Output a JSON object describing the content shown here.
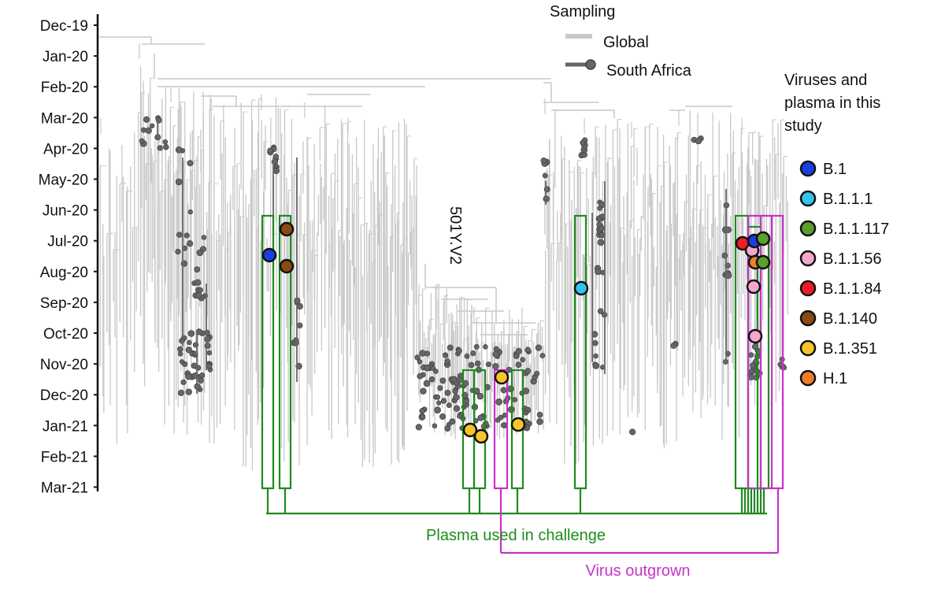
{
  "time_axis": {
    "ticks": [
      "Dec-19",
      "Jan-20",
      "Feb-20",
      "Mar-20",
      "Apr-20",
      "May-20",
      "Jun-20",
      "Jul-20",
      "Aug-20",
      "Sep-20",
      "Oct-20",
      "Nov-20",
      "Dec-20",
      "Jan-21",
      "Feb-21",
      "Mar-21"
    ]
  },
  "sampling_legend": {
    "title": "Sampling",
    "items": [
      {
        "label": "Global",
        "color": "#c8c8c8"
      },
      {
        "label": "South Africa",
        "color": "#666666"
      }
    ]
  },
  "lineage_legend": {
    "title_lines": [
      "Viruses and",
      "plasma in this",
      "study"
    ],
    "items": [
      {
        "label": "B.1",
        "color": "#1a3ee0"
      },
      {
        "label": "B.1.1.1",
        "color": "#33c3ee"
      },
      {
        "label": "B.1.1.117",
        "color": "#5aa02c"
      },
      {
        "label": "B.1.1.56",
        "color": "#f4a6cc"
      },
      {
        "label": "B.1.1.84",
        "color": "#ee1c25"
      },
      {
        "label": "B.1.140",
        "color": "#8b4a13"
      },
      {
        "label": "B.1.351",
        "color": "#f7c52b"
      },
      {
        "label": "H.1",
        "color": "#f07f2a"
      }
    ]
  },
  "clade_label": "501Y.V2",
  "annotations": {
    "plasma": "Plasma used in challenge",
    "virus": "Virus outgrown"
  },
  "colors": {
    "tree": "#c8c8c8",
    "samples": "#666666",
    "plasma": "#1f8a1f",
    "virus": "#c832c8"
  },
  "study_samples": [
    {
      "lineage": "B.1",
      "date": "Jul-20"
    },
    {
      "lineage": "B.1.140",
      "date": "Jul-20"
    },
    {
      "lineage": "B.1.140",
      "date": "Aug-20"
    },
    {
      "lineage": "B.1.351",
      "date": "Nov-20"
    },
    {
      "lineage": "B.1.351",
      "date": "Jan-21"
    },
    {
      "lineage": "B.1.351",
      "date": "Jan-21"
    },
    {
      "lineage": "B.1.351",
      "date": "Jan-21"
    },
    {
      "lineage": "B.1.1.1",
      "date": "Aug-20"
    },
    {
      "lineage": "B.1.1.84",
      "date": "Jul-20"
    },
    {
      "lineage": "B.1.1.56",
      "date": "Jul-20"
    },
    {
      "lineage": "B.1",
      "date": "Jul-20"
    },
    {
      "lineage": "B.1.1.117",
      "date": "Jul-20"
    },
    {
      "lineage": "H.1",
      "date": "Jul-20"
    },
    {
      "lineage": "B.1.1.117",
      "date": "Jul-20"
    },
    {
      "lineage": "B.1.1.56",
      "date": "Aug-20"
    },
    {
      "lineage": "B.1.1.56",
      "date": "Oct-20"
    }
  ]
}
